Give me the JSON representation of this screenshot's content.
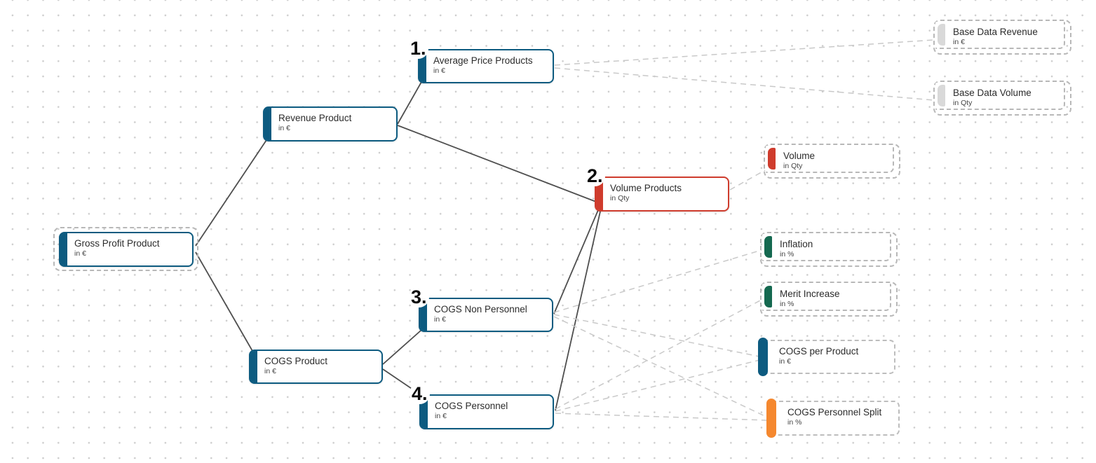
{
  "diagram": {
    "kind": "driver-tree",
    "colors": {
      "blue": "#0d5b80",
      "red": "#cf3c2d",
      "teal": "#156950",
      "orange": "#f5882f",
      "gray": "#d9d9d9",
      "solid_edge": "#4f4f4f",
      "dashed_edge": "#c9c9c9"
    },
    "nodes": {
      "average_price": {
        "title": "Average Price Products",
        "unit": "in €",
        "badge": "1."
      },
      "revenue_product": {
        "title": "Revenue Product",
        "unit": "in €"
      },
      "volume_products": {
        "title": "Volume Products",
        "unit": "in Qty",
        "badge": "2."
      },
      "gross_profit": {
        "title": "Gross Profit Product",
        "unit": "in €"
      },
      "cogs_non_personnel": {
        "title": "COGS Non Personnel",
        "unit": "in €",
        "badge": "3."
      },
      "cogs_product": {
        "title": "COGS Product",
        "unit": "in €"
      },
      "cogs_personnel": {
        "title": "COGS Personnel",
        "unit": "in €",
        "badge": "4."
      },
      "base_data_revenue": {
        "title": "Base Data Revenue",
        "unit": "in €"
      },
      "base_data_volume": {
        "title": "Base Data Volume",
        "unit": "in Qty"
      },
      "volume": {
        "title": "Volume",
        "unit": "in Qty"
      },
      "inflation": {
        "title": "Inflation",
        "unit": "in %"
      },
      "merit_increase": {
        "title": "Merit Increase",
        "unit": "in %"
      },
      "cogs_per_product": {
        "title": "COGS per Product",
        "unit": "in €"
      },
      "cogs_personnel_split": {
        "title": "COGS Personnel Split",
        "unit": "in %"
      }
    },
    "edges": [
      {
        "from": "gross_profit",
        "to": "revenue_product",
        "style": "solid"
      },
      {
        "from": "gross_profit",
        "to": "cogs_product",
        "style": "solid"
      },
      {
        "from": "revenue_product",
        "to": "average_price",
        "style": "solid"
      },
      {
        "from": "revenue_product",
        "to": "volume_products",
        "style": "solid"
      },
      {
        "from": "cogs_product",
        "to": "cogs_non_personnel",
        "style": "solid"
      },
      {
        "from": "cogs_product",
        "to": "cogs_personnel",
        "style": "solid"
      },
      {
        "from": "volume_products",
        "to": "cogs_non_personnel",
        "style": "solid"
      },
      {
        "from": "volume_products",
        "to": "cogs_personnel",
        "style": "solid"
      },
      {
        "from": "average_price",
        "to": "base_data_revenue",
        "style": "dashed"
      },
      {
        "from": "average_price",
        "to": "base_data_volume",
        "style": "dashed"
      },
      {
        "from": "volume_products",
        "to": "volume",
        "style": "dashed"
      },
      {
        "from": "cogs_non_personnel",
        "to": "inflation",
        "style": "dashed"
      },
      {
        "from": "cogs_non_personnel",
        "to": "cogs_per_product",
        "style": "dashed"
      },
      {
        "from": "cogs_non_personnel",
        "to": "cogs_personnel_split",
        "style": "dashed"
      },
      {
        "from": "cogs_personnel",
        "to": "merit_increase",
        "style": "dashed"
      },
      {
        "from": "cogs_personnel",
        "to": "cogs_per_product",
        "style": "dashed"
      },
      {
        "from": "cogs_personnel",
        "to": "cogs_personnel_split",
        "style": "dashed"
      }
    ]
  }
}
